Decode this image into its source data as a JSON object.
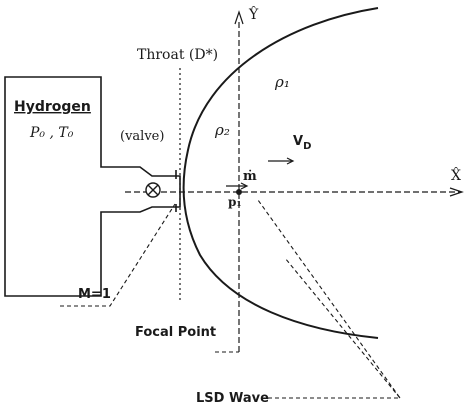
{
  "labels": {
    "throat": "Throat (D*)",
    "hydrogen": "Hydrogen",
    "p0": "P₀ , T₀",
    "valve": "(valve)",
    "rho1": "ρ₁",
    "rho2": "ρ₂",
    "vd": "V_D",
    "mdot": "ṁ",
    "p1": "p₁",
    "y_axis": "Ŷ",
    "x_axis": "X̂",
    "mach": "M=1",
    "focal_point": "Focal Point",
    "lsd_wave": "LSD Wave"
  },
  "colors": {
    "ink": "#1a1a1a",
    "background": "#ffffff"
  }
}
